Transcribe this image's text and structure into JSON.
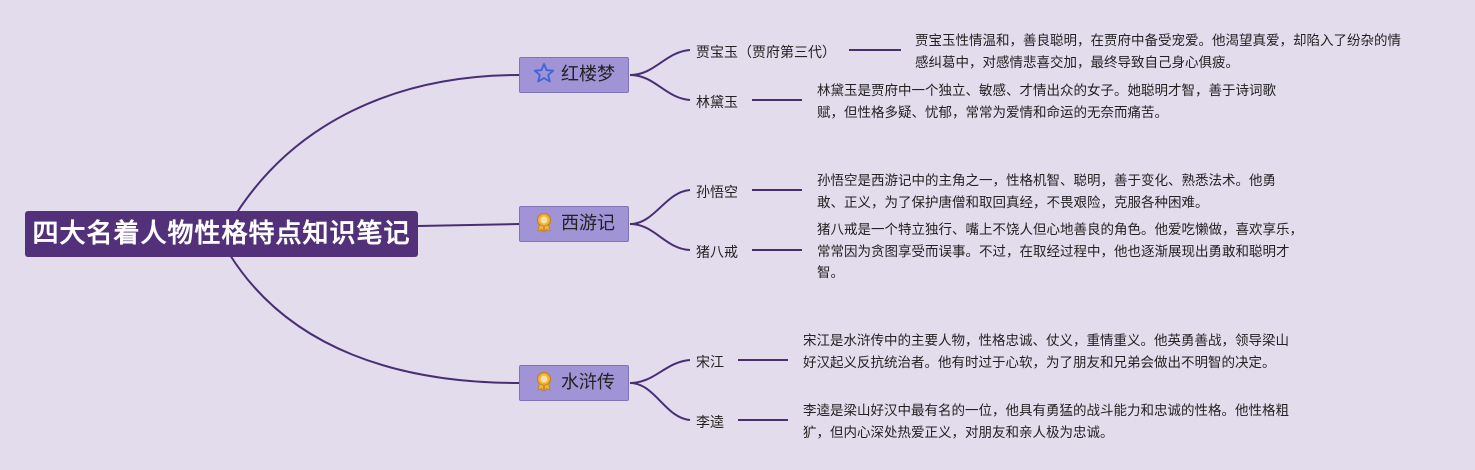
{
  "title": "四大名着人物性格特点知识笔记",
  "colors": {
    "background": "#e3dced",
    "root": "#52317a",
    "node": "#a093d6",
    "line": "#4a2e73"
  },
  "books": [
    {
      "label": "红楼梦",
      "icon": "star-icon",
      "characters": [
        {
          "name": "贾宝玉（贾府第三代）",
          "desc": "贾宝玉性情温和，善良聪明，在贾府中备受宠爱。他渴望真爱，却陷入了纷杂的情感纠葛中，对感情悲喜交加，最终导致自己身心俱疲。"
        },
        {
          "name": "林黛玉",
          "desc": "林黛玉是贾府中一个独立、敏感、才情出众的女子。她聪明才智，善于诗词歌赋，但性格多疑、忧郁，常常为爱情和命运的无奈而痛苦。"
        }
      ]
    },
    {
      "label": "西游记",
      "icon": "award-icon",
      "characters": [
        {
          "name": "孙悟空",
          "desc": "孙悟空是西游记中的主角之一，性格机智、聪明，善于变化、熟悉法术。他勇敢、正义，为了保护唐僧和取回真经，不畏艰险，克服各种困难。"
        },
        {
          "name": "猪八戒",
          "desc": "猪八戒是一个特立独行、嘴上不饶人但心地善良的角色。他爱吃懒做，喜欢享乐，常常因为贪图享受而误事。不过，在取经过程中，他也逐渐展现出勇敢和聪明才智。"
        }
      ]
    },
    {
      "label": "水浒传",
      "icon": "award-icon",
      "characters": [
        {
          "name": "宋江",
          "desc": "宋江是水浒传中的主要人物，性格忠诚、仗义，重情重义。他英勇善战，领导梁山好汉起义反抗统治者。他有时过于心软，为了朋友和兄弟会做出不明智的决定。"
        },
        {
          "name": "李逵",
          "desc": "李逵是梁山好汉中最有名的一位，他具有勇猛的战斗能力和忠诚的性格。他性格粗犷，但内心深处热爱正义，对朋友和亲人极为忠诚。"
        }
      ]
    }
  ]
}
